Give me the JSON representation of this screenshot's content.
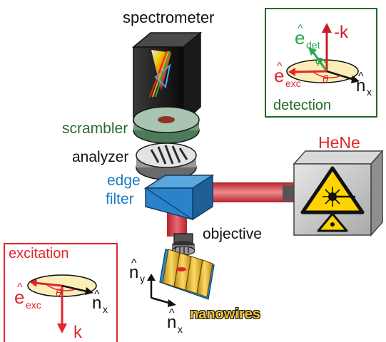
{
  "labels": {
    "spectrometer": "spectrometer",
    "scrambler": "scrambler",
    "analyzer": "analyzer",
    "edge": "edge",
    "filter": "filter",
    "objective": "objective",
    "hene": "HeNe",
    "nanowires": "nanowires",
    "detection": "detection",
    "excitation": "excitation"
  },
  "symbols": {
    "e": "e",
    "hat": "^",
    "det": "det",
    "exc": "exc",
    "minus_k": "-k",
    "k": "k",
    "n": "n",
    "x": "x",
    "y": "y",
    "phi": "φ",
    "theta": "θ"
  },
  "colors": {
    "detection_green": "#1e6b2a",
    "excitation_red": "#e0262f",
    "edge_filter_blue": "#1a7cc4",
    "scrambler_green": "#2d6a3a",
    "beam_red": "#e2404a",
    "hene_red": "#e0262f",
    "nanowire_gold": "#f1c232"
  }
}
